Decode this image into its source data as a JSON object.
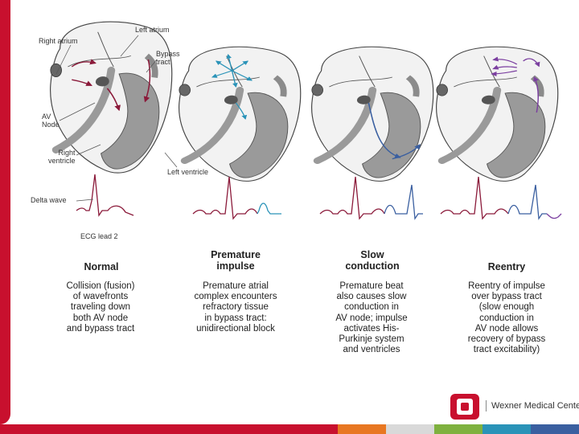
{
  "labels": {
    "right_atrium": "Right atrium",
    "left_atrium": "Left atrium",
    "bypass_tract": [
      "Bypass",
      "tract"
    ],
    "av_node": [
      "AV",
      "Node"
    ],
    "right_ventricle": [
      "Right",
      "ventricle"
    ],
    "left_ventricle": "Left ventricle",
    "delta_wave": "Delta wave",
    "ecg_lead": "ECG lead 2"
  },
  "panels": [
    {
      "title": [
        "Normal"
      ],
      "description": [
        "Collision (fusion)",
        "of wavefronts",
        "traveling down",
        "both AV node",
        "and bypass tract"
      ]
    },
    {
      "title": [
        "Premature",
        "impulse"
      ],
      "description": [
        "Premature atrial",
        "complex encounters",
        "refractory tissue",
        "in bypass tract:",
        "unidirectional block"
      ]
    },
    {
      "title": [
        "Slow",
        "conduction"
      ],
      "description": [
        "Premature beat",
        "also causes slow",
        "conduction in",
        "AV node; impulse",
        "activates His-",
        "Purkinje system",
        "and ventricles"
      ]
    },
    {
      "title": [
        "Reentry"
      ],
      "description": [
        "Reentry of impulse",
        "over bypass tract",
        "(slow enough",
        "conduction in",
        "AV node allows",
        "recovery of bypass",
        "tract excitability)"
      ]
    }
  ],
  "branding": {
    "institution": "Wexner Medical Center",
    "logo_letter": "O"
  },
  "colors": {
    "accent": "#c8102e",
    "normal_wave": "#8b1a3a",
    "premature_wave": "#2a93b8",
    "slow_wave": "#3a5fa0",
    "reentry_wave": "#7b3fa0",
    "footer": [
      "#c8102e",
      "#d9d9d9",
      "#e87722",
      "#7fb13f",
      "#2a93b8",
      "#3a5fa0"
    ]
  }
}
